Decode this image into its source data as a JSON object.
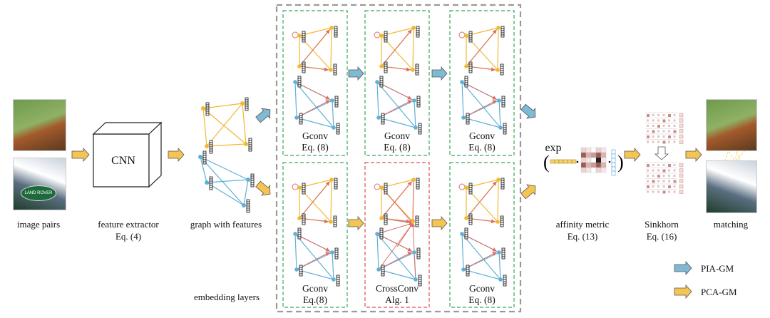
{
  "labels": {
    "image_pairs": "image pairs",
    "feature_extractor": "feature extractor",
    "feature_extractor_eq": "Eq. (4)",
    "cnn": "CNN",
    "graph_with_features": "graph with features",
    "embedding_layers": "embedding layers",
    "affinity_metric": "affinity metric",
    "affinity_eq": "Eq. (13)",
    "exp": "exp",
    "sinkhorn": "Sinkhorn",
    "sinkhorn_eq": "Eq. (16)",
    "matching": "matching",
    "logo_text": "LAND ROVER"
  },
  "layers": {
    "top": [
      {
        "name": "Gconv",
        "eq": "Eq. (8)"
      },
      {
        "name": "Gconv",
        "eq": "Eq. (8)"
      },
      {
        "name": "Gconv",
        "eq": "Eq. (8)"
      }
    ],
    "bottom": [
      {
        "name": "Gconv",
        "eq": "Eq.(8)"
      },
      {
        "name": "CrossConv",
        "eq": "Alg. 1"
      },
      {
        "name": "Gconv",
        "eq": "Eq. (8)"
      }
    ]
  },
  "legend": [
    {
      "label": "PIA-GM",
      "color": "#7fb9d3"
    },
    {
      "label": "PCA-GM",
      "color": "#f6c453"
    }
  ],
  "colors": {
    "pia_arrow": "#7fb9d3",
    "pca_arrow": "#f6c453",
    "green_dash": "#3aa65a",
    "red_dash": "#e05050",
    "gray_dash": "#9a9a9a",
    "yellow_edge": "#f1b92d",
    "blue_edge": "#5fb0d8",
    "red_edge": "#d9716b"
  }
}
